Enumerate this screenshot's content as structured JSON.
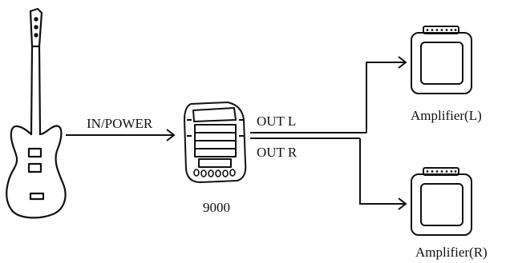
{
  "diagram": {
    "devices": {
      "guitar": {
        "icon": "electric-guitar-icon"
      },
      "processor": {
        "label": "9000",
        "icon": "multi-effects-processor-icon"
      },
      "amp_left": {
        "label": "Amplifier(L)",
        "icon": "amplifier-icon"
      },
      "amp_right": {
        "label": "Amplifier(R)",
        "icon": "amplifier-icon"
      }
    },
    "connections": {
      "input": {
        "label": "IN/POWER"
      },
      "out_left": {
        "label": "OUT L"
      },
      "out_right": {
        "label": "OUT R"
      }
    },
    "colors": {
      "stroke": "#111111",
      "background": "#ffffff"
    }
  }
}
